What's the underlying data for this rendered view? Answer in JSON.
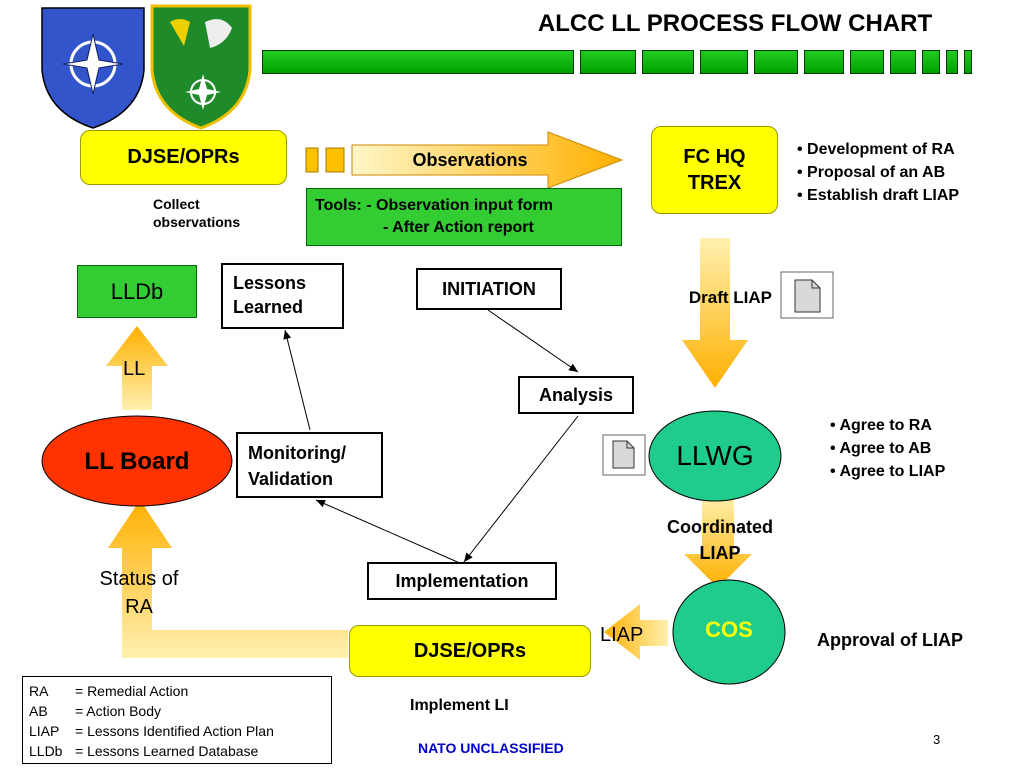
{
  "title": "ALCC LL PROCESS FLOW CHART",
  "colors": {
    "yellow": "#ffff00",
    "green": "#33cc33",
    "red": "#ff3300",
    "teal": "#1fcc8c",
    "arrow": "#ffc000"
  },
  "nodes": {
    "djse_top": "DJSE/OPRs",
    "fc_hq": "FC HQ TREX",
    "lldb": "LLDb",
    "lessons_learned": "Lessons Learned",
    "initiation": "INITIATION",
    "analysis": "Analysis",
    "ll_board": "LL Board",
    "monitoring": "Monitoring/ Validation",
    "llwg": "LLWG",
    "implementation": "Implementation",
    "cos": "COS",
    "djse_bottom": "DJSE/OPRs"
  },
  "labels": {
    "observations": "Observations",
    "collect": "Collect observations",
    "tools_line1": "Tools: - Observation input form",
    "tools_line2": "- After Action report",
    "draft_liap": "Draft LIAP",
    "ll": "LL",
    "coordinated": "Coordinated LIAP",
    "status": "Status of RA",
    "liap": "LIAP",
    "approval": "Approval of LIAP",
    "implement": "Implement LI",
    "classification": "NATO UNCLASSIFIED",
    "page_number": "3"
  },
  "fc_bullets": [
    "Development of RA",
    "Proposal of an AB",
    "Establish draft LIAP"
  ],
  "llwg_bullets": [
    "Agree to RA",
    "Agree to AB",
    "Agree to LIAP"
  ],
  "legend": [
    {
      "abbr": "RA",
      "def": "= Remedial Action"
    },
    {
      "abbr": "AB",
      "def": "= Action Body"
    },
    {
      "abbr": "LIAP",
      "def": "= Lessons Identified Action Plan"
    },
    {
      "abbr": "LLDb",
      "def": "= Lessons Learned Database"
    }
  ],
  "icons": [
    "nato-compass-shield-icon",
    "green-crest-shield-icon",
    "document-icon"
  ]
}
